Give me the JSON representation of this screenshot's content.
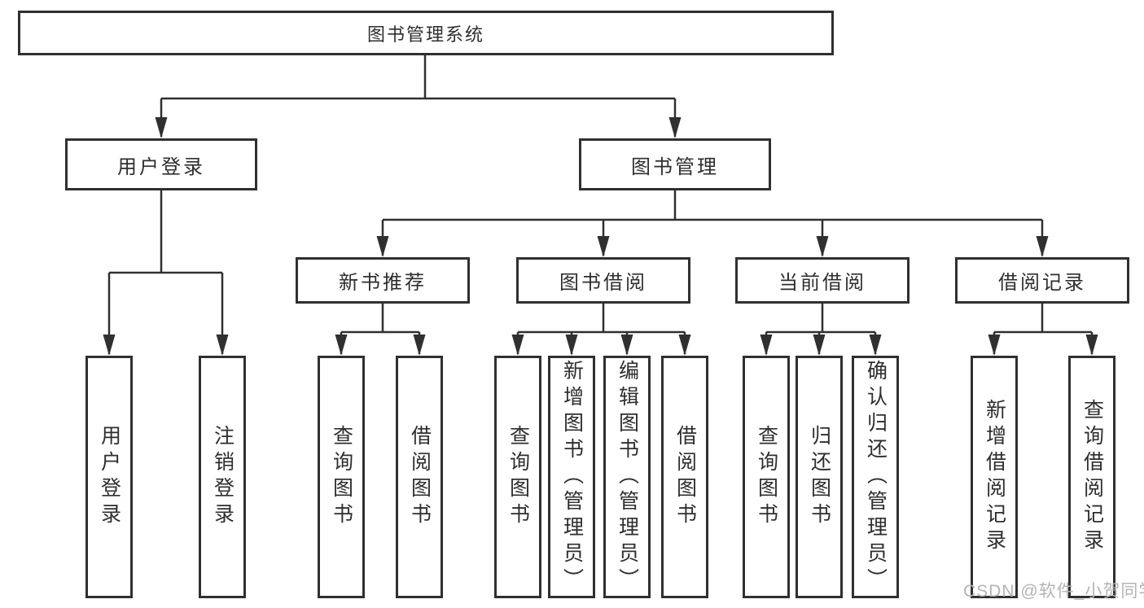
{
  "diagram": {
    "root_label": "图书管理系统",
    "user_login": {
      "label": "用户登录",
      "children": [
        "用户登录",
        "注销登录"
      ]
    },
    "book_management": {
      "label": "图书管理",
      "new_book_recommend": {
        "label": "新书推荐",
        "children": [
          "查询图书",
          "借阅图书"
        ]
      },
      "book_borrowing": {
        "label": "图书借阅",
        "children": [
          "查询图书",
          "新增图书（管理员）",
          "编辑图书（管理员）",
          "借阅图书"
        ]
      },
      "current_borrowing": {
        "label": "当前借阅",
        "children": [
          "查询图书",
          "归还图书",
          "确认归还（管理员）"
        ]
      },
      "borrowing_records": {
        "label": "借阅记录",
        "children": [
          "新增借阅记录",
          "查询借阅记录"
        ]
      }
    }
  },
  "watermark": "CSDN @软件_小贺同学",
  "colors": {
    "line": "#303030",
    "box_border": "#303030",
    "text": "#2e2e2e",
    "box_background": "#ffffff",
    "page_background": "#ffffff",
    "watermark": "#b4b4b4"
  }
}
